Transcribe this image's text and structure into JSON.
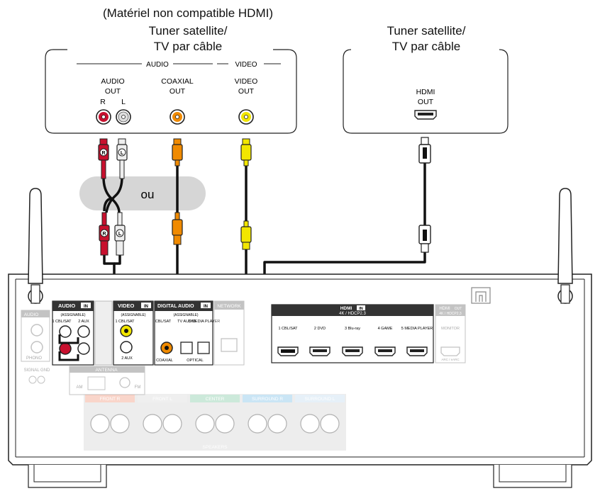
{
  "left_device": {
    "note": "(Matériel non compatible HDMI)",
    "title_line1": "Tuner satellite/",
    "title_line2": "TV par câble",
    "audio_group": "AUDIO",
    "video_group": "VIDEO",
    "audio_out_line1": "AUDIO",
    "audio_out_line2": "OUT",
    "right_channel": "R",
    "left_channel": "L",
    "coaxial_line1": "COAXIAL",
    "coaxial_line2": "OUT",
    "video_out_line1": "VIDEO",
    "video_out_line2": "OUT"
  },
  "right_device": {
    "title_line1": "Tuner satellite/",
    "title_line2": "TV par câble",
    "hdmi_line1": "HDMI",
    "hdmi_line2": "OUT"
  },
  "or_label": "ou",
  "plug_labels": {
    "right": "R",
    "left": "L"
  },
  "receiver": {
    "audio_in": "AUDIO",
    "in_badge": "IN",
    "assignable": "(ASSIGNABLE)",
    "audio_inputs": [
      "1 CBL/SAT",
      "2 AUX"
    ],
    "phono_label": "AUDIO",
    "phono_name": "PHONO",
    "signal_gnd": "SIGNAL GND",
    "video_in": "VIDEO",
    "video_inputs": [
      "1 CBL/SAT",
      "2 AUX"
    ],
    "digital_audio_in": "DIGITAL AUDIO",
    "digital_assignable": "(ASSIGNABLE)",
    "digital_inputs": [
      "CBL/SAT",
      "TV AUDIO",
      "3 MEDIA PLAYER"
    ],
    "coaxial": "COAXIAL",
    "optical": "OPTICAL",
    "network": "NETWORK",
    "antenna": "ANTENNA",
    "am": "AM",
    "fm": "FM",
    "hdmi_in_title": "HDMI",
    "hdmi_in_subtitle": "4K / HDCP2.3",
    "hdmi_inputs": [
      "1 CBL/SAT",
      "2 DVD",
      "3 Blu-ray",
      "4 GAME",
      "5 MEDIA PLAYER"
    ],
    "hdmi_out_title": "HDMI",
    "out_badge": "OUT",
    "hdmi_out_subtitle": "4K / HDCP2.3",
    "monitor": "MONITOR",
    "arc_label": "ARC / eARC",
    "speakers": [
      "FRONT R",
      "FRONT L",
      "CENTER",
      "SURROUND R",
      "SURROUND L"
    ],
    "speakers_label": "SPEAKERS"
  },
  "colors": {
    "red_plug": "#c8102e",
    "white_plug": "#dddddd",
    "orange_plug": "#f08a00",
    "yellow_plug": "#f2e600",
    "cable": "#111111",
    "or_pill": "#d6d6d6",
    "front_r": "#f3a48c",
    "center": "#8fcfae",
    "surround_r": "#8cc6ea"
  }
}
